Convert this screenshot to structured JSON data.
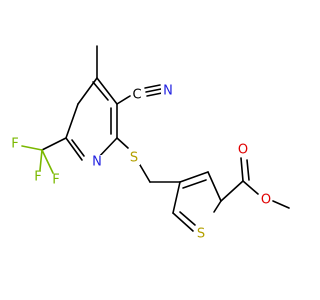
{
  "colors": {
    "carbon": "#000000",
    "nitrogen": "#2020e0",
    "oxygen": "#e00000",
    "sulfur": "#b3a000",
    "fluorine": "#7ab800"
  },
  "atoms": {
    "n_nitrile": "N",
    "c_nitrile": "C",
    "n_ring": "N",
    "s_thioether": "S",
    "s_ring": "S",
    "o_carbonyl": "O",
    "o_ester": "O",
    "f1": "F",
    "f2": "F",
    "f3": "F"
  }
}
